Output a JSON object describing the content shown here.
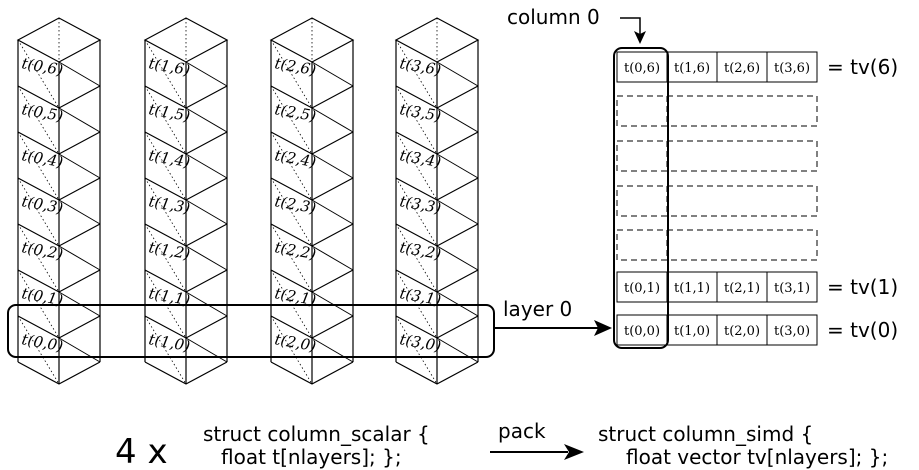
{
  "diagram": {
    "column_label": "column 0",
    "layer_label": "layer 0",
    "stacks": [
      [
        "t(0,0)",
        "t(0,1)",
        "t(0,2)",
        "t(0,3)",
        "t(0,4)",
        "t(0,5)",
        "t(0,6)"
      ],
      [
        "t(1,0)",
        "t(1,1)",
        "t(1,2)",
        "t(1,3)",
        "t(1,4)",
        "t(1,5)",
        "t(1,6)"
      ],
      [
        "t(2,0)",
        "t(2,1)",
        "t(2,2)",
        "t(2,3)",
        "t(2,4)",
        "t(2,5)",
        "t(2,6)"
      ],
      [
        "t(3,0)",
        "t(3,1)",
        "t(3,2)",
        "t(3,3)",
        "t(3,4)",
        "t(3,5)",
        "t(3,6)"
      ]
    ],
    "packed_rows": [
      {
        "cells": [
          "t(0,6)",
          "t(1,6)",
          "t(2,6)",
          "t(3,6)"
        ],
        "label": "= tv(6)"
      },
      {
        "cells": [
          "t(0,1)",
          "t(1,1)",
          "t(2,1)",
          "t(3,1)"
        ],
        "label": "= tv(1)"
      },
      {
        "cells": [
          "t(0,0)",
          "t(1,0)",
          "t(2,0)",
          "t(3,0)"
        ],
        "label": "= tv(0)"
      }
    ]
  },
  "code": {
    "multiplier": "4 x",
    "scalar_line1": "struct column_scalar {",
    "scalar_line2": "float t[nlayers]; };",
    "pack_label": "pack",
    "simd_line1": "struct column_simd {",
    "simd_line2": "float vector tv[nlayers]; };"
  }
}
